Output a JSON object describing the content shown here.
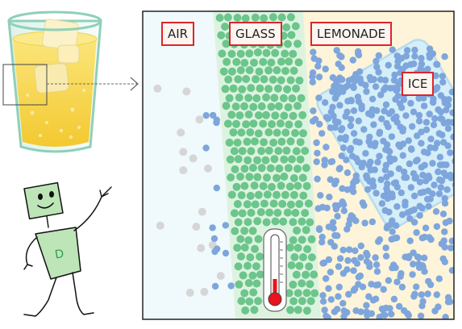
{
  "labels": {
    "air": "AIR",
    "glass": "GLASS",
    "lemonade": "LEMONADE",
    "ice": "ICE",
    "mascot_letter": "D"
  },
  "colors": {
    "frame_border": "#222222",
    "air_bg": "#f0fafc",
    "glass_band": "#ddf3e0",
    "glass_molecule": "#6cc58b",
    "lemonade_bg": "#fdf4d9",
    "water_molecule": "#7ea6dc",
    "air_molecule": "#d6d6d6",
    "ice_bg": "#d5eef8",
    "ice_border": "#b7dcee",
    "label_border": "#e0232a",
    "thermometer_red": "#e8141e",
    "mascot_body": "#bde5b7",
    "cup_liquid": "#f7d64a"
  },
  "icons": [
    "lemonade-cup-icon",
    "mascot-d-icon",
    "thermometer-icon",
    "arrow-icon"
  ]
}
